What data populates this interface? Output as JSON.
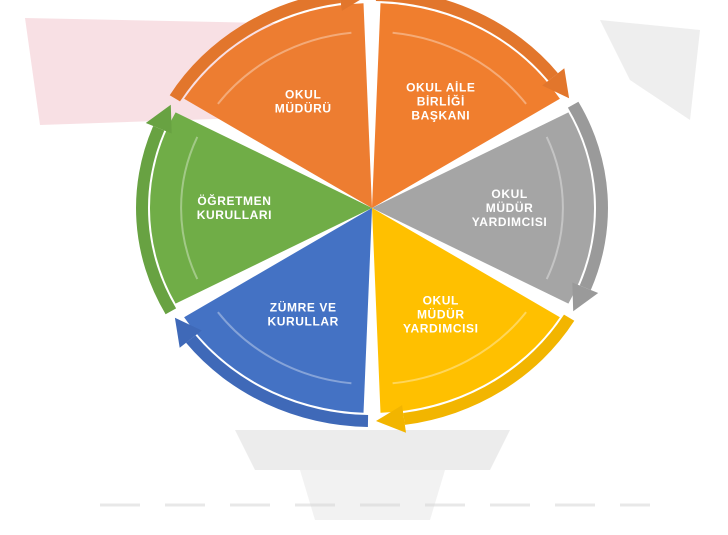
{
  "diagram": {
    "segments": [
      {
        "id": "okul-muduru",
        "lines": [
          "OKUL",
          "MÜDÜRÜ"
        ],
        "color": "#ED7D31",
        "arrow_color": "#E2762C"
      },
      {
        "id": "okul-aile-birligi-baskani",
        "lines": [
          "OKUL AİLE",
          "BİRLİĞİ",
          "BAŞKANI"
        ],
        "color": "#F07E2E",
        "arrow_color": "#E2762C"
      },
      {
        "id": "okul-mudur-yardimcisi-1",
        "lines": [
          "OKUL",
          "MÜDÜR",
          "YARDIMCISI"
        ],
        "color": "#A5A5A5",
        "arrow_color": "#9A9A9A"
      },
      {
        "id": "okul-mudur-yardimcisi-2",
        "lines": [
          "OKUL",
          "MÜDÜR",
          "YARDIMCISI"
        ],
        "color": "#FFC000",
        "arrow_color": "#F2B500"
      },
      {
        "id": "zumre-ve-kurullar",
        "lines": [
          "ZÜMRE VE",
          "KURULLAR"
        ],
        "color": "#4472C4",
        "arrow_color": "#3F69B8"
      },
      {
        "id": "ogretmen-kurullari",
        "lines": [
          "ÖĞRETMEN",
          "KURULLARI"
        ],
        "color": "#70AD47",
        "arrow_color": "#68A242"
      }
    ],
    "background": {
      "faded_emblem_color": "#F3C7CE",
      "faded_gray_color": "#D9D9D9"
    }
  }
}
